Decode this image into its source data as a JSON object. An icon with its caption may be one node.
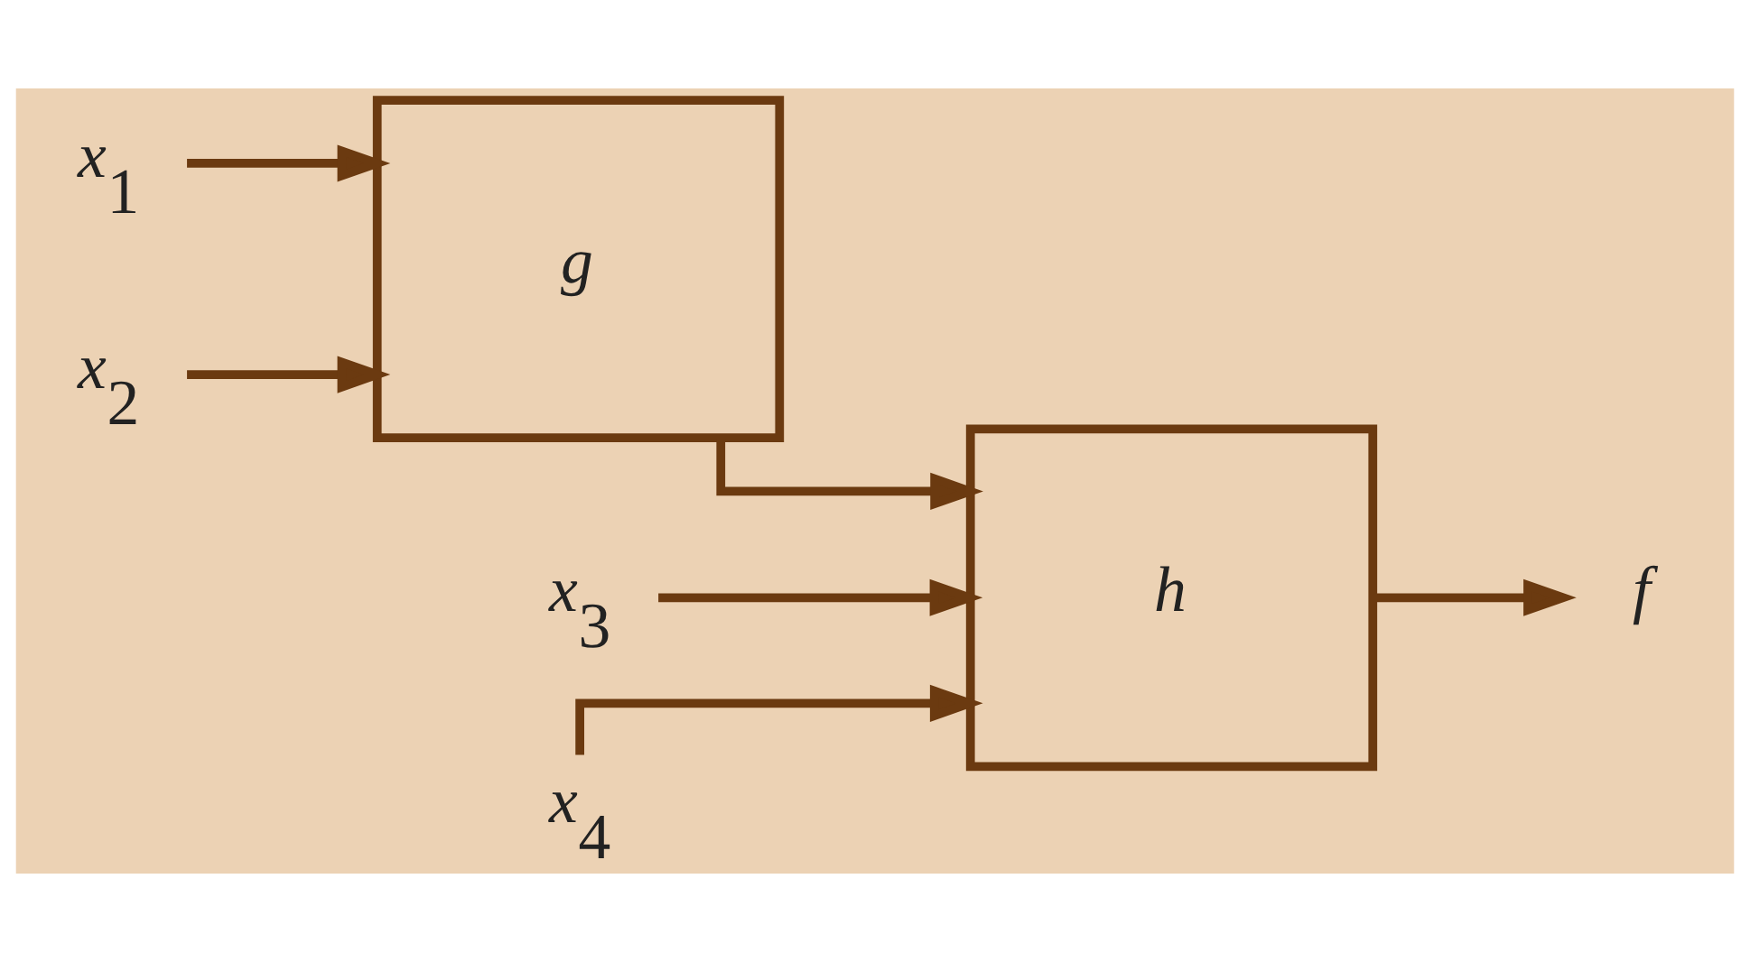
{
  "diagram": {
    "nodes": [
      {
        "text": [
          "x$_{1}$"
        ]
      },
      {
        "text": [
          "x$_{2}$"
        ]
      },
      {
        "text": [
          "g"
        ]
      },
      {
        "text": [
          "x$_{3}$"
        ]
      },
      {
        "text": [
          "x$_{4}$"
        ]
      },
      {
        "text": [
          "h"
        ]
      },
      {
        "text": [
          "f"
        ]
      }
    ],
    "edges": [
      {
        "from": 0,
        "to": 2,
        "arrow": "to"
      },
      {
        "from": 1,
        "to": 2,
        "arrow": "to"
      },
      {
        "from": 2,
        "to": 5,
        "arrow": "to"
      },
      {
        "from": 3,
        "to": 5,
        "arrow": "to"
      },
      {
        "from": 4,
        "to": 5,
        "arrow": "to"
      },
      {
        "from": 5,
        "to": 6,
        "arrow": "to"
      }
    ]
  }
}
